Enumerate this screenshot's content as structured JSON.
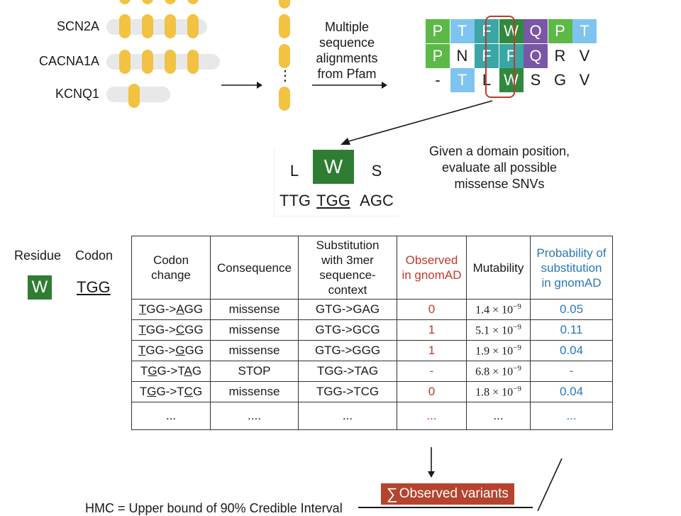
{
  "genes": [
    {
      "name": "SCN2A",
      "pills": 4
    },
    {
      "name": "CACNA1A",
      "pills": 4
    },
    {
      "name": "KCNQ1",
      "pills": 1
    }
  ],
  "pipeline": {
    "ellipsis": "⋮",
    "msa_caption": "Multiple\nsequence\nalignments\nfrom Pfam"
  },
  "msa": {
    "rows": [
      [
        "P",
        "T",
        "F",
        "W",
        "Q",
        "P",
        "T"
      ],
      [
        "P",
        "N",
        "F",
        "F",
        "Q",
        "R",
        "V"
      ],
      [
        "-",
        "T",
        "L",
        "W",
        "S",
        "G",
        "V"
      ]
    ],
    "colors": {
      "P": "#5cb947",
      "T": "#7ec4ef",
      "F": "#3aa6a6",
      "W": "#2f8a3e",
      "Q": "#7a56a6",
      "N": "#ffffff",
      "R": "#ffffff",
      "V": "#ffffff",
      "L": "#ffffff",
      "S": "#ffffff",
      "G": "#ffffff",
      "-": "#ffffff"
    }
  },
  "zoom": {
    "residues": [
      "L",
      "W",
      "S"
    ],
    "codons": [
      "TTG",
      "TGG",
      "AGC"
    ],
    "caption": "Given a domain position,\nevaluate all possible\nmissense SNVs"
  },
  "legend": {
    "residue_label": "Residue",
    "codon_label": "Codon",
    "residue": "W",
    "codon": "TGG"
  },
  "table": {
    "headers": [
      "Codon\nchange",
      "Consequence",
      "Substitution\nwith 3mer\nsequence-\ncontext",
      "Observed\nin gnomAD",
      "Mutability",
      "Probability of\nsubstitution\nin gnomAD"
    ],
    "rows": [
      {
        "change": [
          "",
          "T",
          "GG->",
          "A",
          "GG"
        ],
        "consequence": "missense",
        "context": "GTG->GAG",
        "observed": "0",
        "mut_base": "1.4",
        "mut_exp": "−9",
        "prob": "0.05"
      },
      {
        "change": [
          "",
          "T",
          "GG->",
          "C",
          "GG"
        ],
        "consequence": "missense",
        "context": "GTG->GCG",
        "observed": "1",
        "mut_base": "5.1",
        "mut_exp": "−9",
        "prob": "0.11"
      },
      {
        "change": [
          "",
          "T",
          "GG->",
          "G",
          "GG"
        ],
        "consequence": "missense",
        "context": "GTG->GGG",
        "observed": "1",
        "mut_base": "1.9",
        "mut_exp": "−9",
        "prob": "0.04"
      },
      {
        "change": [
          "T",
          "G",
          "G->T",
          "A",
          "G"
        ],
        "consequence": "STOP",
        "context": "TGG->TAG",
        "observed": "-",
        "mut_base": "6.8",
        "mut_exp": "−9",
        "prob": "-"
      },
      {
        "change": [
          "T",
          "G",
          "G->T",
          "C",
          "G"
        ],
        "consequence": "missense",
        "context": "TGG->TCG",
        "observed": "0",
        "mut_base": "1.8",
        "mut_exp": "−9",
        "prob": "0.04"
      }
    ],
    "ellipsis_row": [
      "...",
      "....",
      "...",
      "...",
      "...",
      "..."
    ]
  },
  "formula": {
    "label": "HMC = Upper bound of 90% Credible Interval",
    "sigma": "∑",
    "numerator": "Observed variants"
  }
}
